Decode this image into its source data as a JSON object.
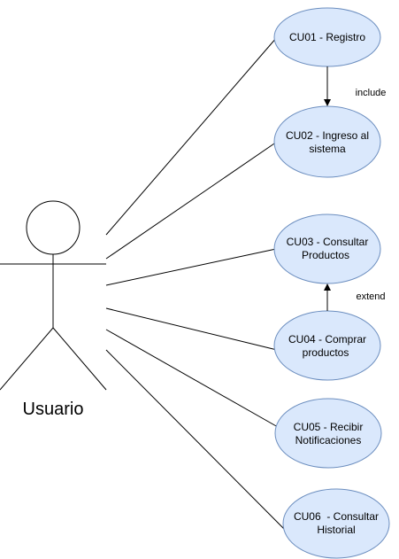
{
  "actor": {
    "name": "Usuario"
  },
  "use_cases": [
    {
      "id": "cu01",
      "lines": [
        "CU01 - Registro"
      ]
    },
    {
      "id": "cu02",
      "lines": [
        "CU02 - Ingreso al",
        "sistema"
      ]
    },
    {
      "id": "cu03",
      "lines": [
        "CU03 - Consultar",
        "Productos"
      ]
    },
    {
      "id": "cu04",
      "lines": [
        "CU04 - Comprar",
        "productos"
      ]
    },
    {
      "id": "cu05",
      "lines": [
        "CU05 - Recibir",
        "Notificaciones"
      ]
    },
    {
      "id": "cu06",
      "lines": [
        "CU06  - Consultar",
        "Historial"
      ]
    }
  ],
  "relations": [
    {
      "type": "include",
      "label": "include",
      "from": "cu01",
      "to": "cu02"
    },
    {
      "type": "extend",
      "label": "extend",
      "from": "cu04",
      "to": "cu03"
    }
  ],
  "colors": {
    "use_case_fill": "#dae8fc",
    "use_case_stroke": "#6c8ebf",
    "line": "#000000"
  }
}
